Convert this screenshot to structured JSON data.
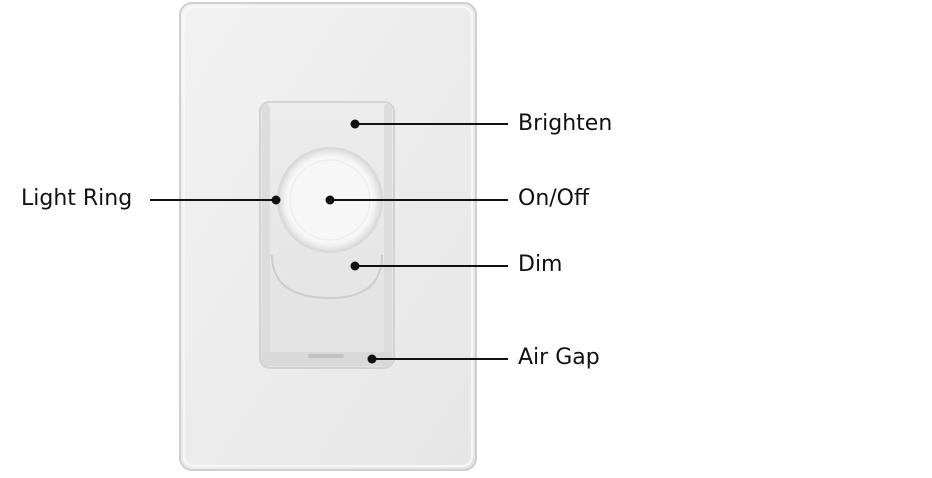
{
  "labels": {
    "brighten": "Brighten",
    "on_off": "On/Off",
    "dim": "Dim",
    "air_gap": "Air Gap",
    "light_ring": "Light Ring"
  },
  "colors": {
    "wall_plate": "#eeeeee",
    "plate_border": "#cfcfcf",
    "paddle": "#e8e8e8",
    "leader_line": "#111111"
  },
  "icons": [
    "dimmer-switch-illustration"
  ]
}
